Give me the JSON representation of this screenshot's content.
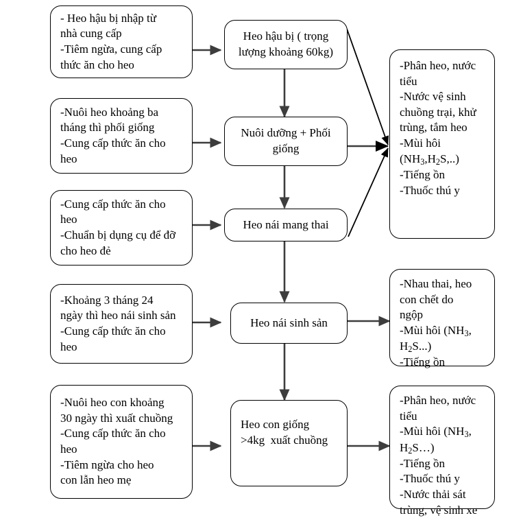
{
  "diagram": {
    "title": "Quy trinh chan nuoi heo",
    "type": "flowchart",
    "stroke_color": "#000000",
    "background_color": "#ffffff"
  },
  "inputs": {
    "in1": "- Heo hậu bị nhập từ\nnhà cung cấp\n-Tiêm ngừa, cung cấp\nthức ăn cho heo",
    "in2": "-Nuôi heo khoảng ba\ntháng thì phối giống\n-Cung cấp thức ăn cho\nheo",
    "in3": "-Cung cấp thức ăn cho\nheo\n-Chuẩn bị dụng cụ để đỡ\ncho heo đẻ",
    "in4": "-Khoảng 3 tháng 24\nngày thì heo nái sinh sản\n-Cung cấp thức ăn cho\nheo",
    "in5": "-Nuôi heo con khoảng\n30 ngày thì xuất chuồng\n-Cung cấp thức ăn cho\nheo\n-Tiêm ngừa cho heo\ncon lẫn heo mẹ"
  },
  "process": {
    "p1": "Heo hậu bị ( trọng\nlượng khoảng 60kg)",
    "p2": "Nuôi dưỡng + Phối\ngiống",
    "p3": "Heo nái mang thai",
    "p4": "Heo nái sinh sản",
    "p5": "Heo con giống\n>4kg  xuất chuồng"
  },
  "outputs": {
    "out1": {
      "lines": [
        "-Phân heo, nước",
        "tiểu",
        "-Nước vệ sinh",
        "chuồng trại, khử",
        "trùng, tắm heo",
        "-Mùi hôi",
        "(NH|3|,H|2|S,..)",
        "-Tiếng ồn",
        "-Thuốc thú y"
      ]
    },
    "out2": {
      "lines": [
        "-Nhau thai, heo",
        "con chết do",
        "ngộp",
        "-Mùi hôi (NH|3|,",
        "H|2|S...)",
        "-Tiếng ồn"
      ]
    },
    "out3": {
      "lines": [
        "-Phân heo, nước",
        "tiểu",
        "-Mùi hôi (NH|3|,",
        "H|2|S…)",
        "-Tiếng ồn",
        "-Thuốc thú y",
        "-Nước thải sát",
        "trùng, vệ sinh xe"
      ]
    }
  },
  "connectors": [
    {
      "name": "in1-to-p1",
      "kind": "arrow-right"
    },
    {
      "name": "in2-to-p2",
      "kind": "arrow-right"
    },
    {
      "name": "in3-to-p3",
      "kind": "arrow-right"
    },
    {
      "name": "in4-to-p4",
      "kind": "arrow-right"
    },
    {
      "name": "in5-to-p5",
      "kind": "arrow-right"
    },
    {
      "name": "p1-to-p2",
      "kind": "arrow-down"
    },
    {
      "name": "p2-to-p3",
      "kind": "arrow-down"
    },
    {
      "name": "p3-to-p4",
      "kind": "arrow-down"
    },
    {
      "name": "p4-to-p5",
      "kind": "arrow-down"
    },
    {
      "name": "p1-to-out1",
      "kind": "arrow-diagonal"
    },
    {
      "name": "p2-to-out1",
      "kind": "arrow-right"
    },
    {
      "name": "p3-to-out1",
      "kind": "arrow-diagonal"
    },
    {
      "name": "p4-to-out2",
      "kind": "arrow-right"
    },
    {
      "name": "p5-to-out3",
      "kind": "arrow-right"
    }
  ]
}
